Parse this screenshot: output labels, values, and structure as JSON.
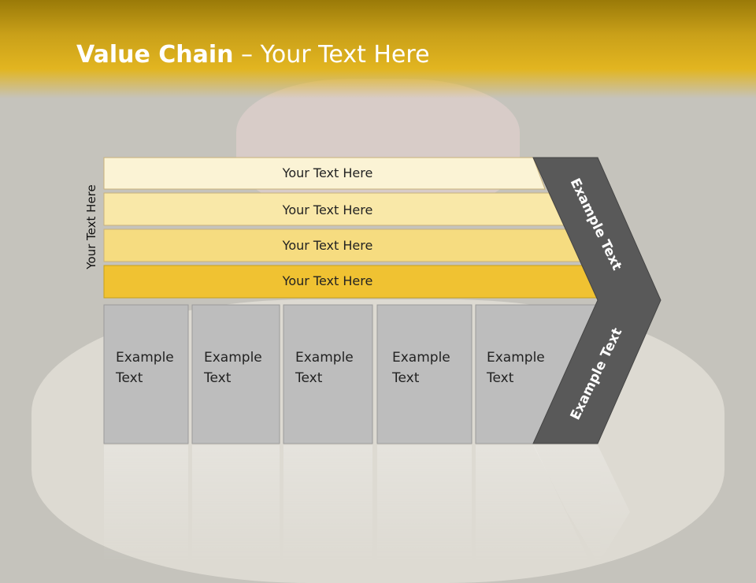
{
  "title": {
    "bold": "Value Chain",
    "rest": " – Your Text Here"
  },
  "side_label": "Your Text Here",
  "bars": [
    {
      "label": "Your Text Here",
      "color": "#fbf3d5"
    },
    {
      "label": "Your Text Here",
      "color": "#f9e8a8"
    },
    {
      "label": "Your Text Here",
      "color": "#f6dc80"
    },
    {
      "label": "Your Text Here",
      "color": "#f0c232"
    }
  ],
  "boxes": [
    {
      "line1": "Example",
      "line2": "Text"
    },
    {
      "line1": "Example",
      "line2": "Text"
    },
    {
      "line1": "Example",
      "line2": "Text"
    },
    {
      "line1": "Example",
      "line2": "Text"
    },
    {
      "line1": "Example",
      "line2": "Text"
    }
  ],
  "chevron_top_label": "Example Text",
  "chevron_bottom_label": "Example Text",
  "colors": {
    "box_fill": "#bdbdbd",
    "chevron_fill": "#595959",
    "header": "#e2b520"
  }
}
